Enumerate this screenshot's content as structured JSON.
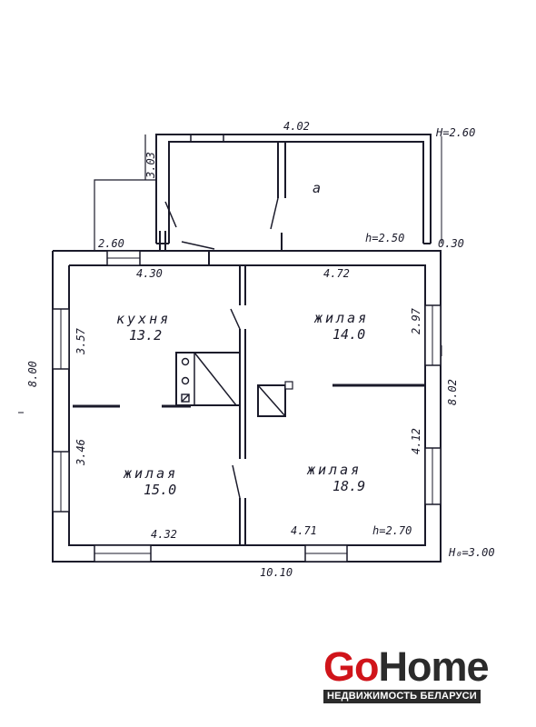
{
  "rooms": {
    "kitchen": {
      "name": "кухня",
      "area": "13.2"
    },
    "living_ne": {
      "name": "жилая",
      "area": "14.0"
    },
    "living_sw": {
      "name": "жилая",
      "area": "15.0"
    },
    "living_se": {
      "name": "жилая",
      "area": "18.9"
    },
    "annex": {
      "name": "а"
    }
  },
  "dimensions": {
    "annex_width": "4.02",
    "annex_height_mark": "H=2.60",
    "porch_depth": "3.03",
    "porch_width": "2.60",
    "annex_ceiling": "h=2.50",
    "offset": "0.30",
    "kitchen_width": "4.30",
    "ne_width": "4.72",
    "kitchen_depth": "3.57",
    "ne_depth": "2.97",
    "total_left": "8.00",
    "total_right": "8.02",
    "sw_depth": "3.46",
    "se_depth": "4.12",
    "sw_width": "4.32",
    "se_width": "4.71",
    "main_ceiling": "h=2.70",
    "total_width": "10.10",
    "foundation_mark": "H₀=3.00"
  },
  "logo": {
    "go": "Go",
    "home": "Home",
    "tagline": "НЕДВИЖИМОСТЬ БЕЛАРУСИ"
  },
  "colors": {
    "brand_red": "#d0141a",
    "brand_dark": "#2b2b2b",
    "ink": "#1a1a2a"
  }
}
